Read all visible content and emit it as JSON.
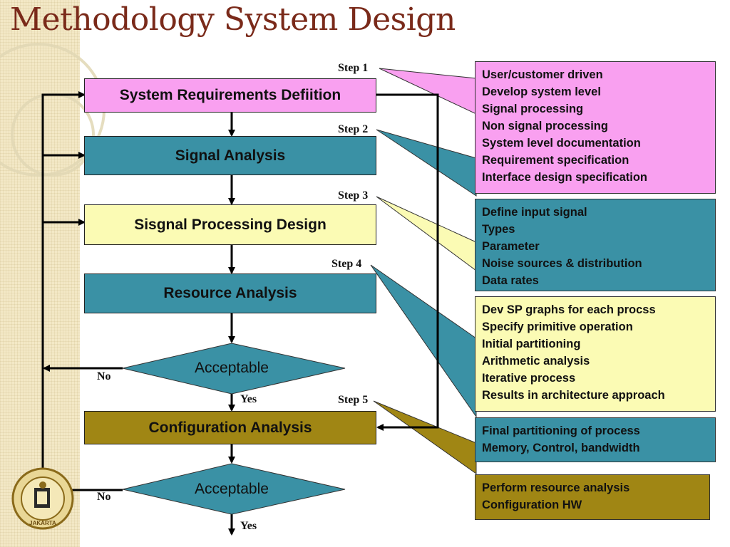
{
  "title": "Methodology System Design",
  "steps": {
    "step1": "Step 1",
    "step2": "Step 2",
    "step3": "Step 3",
    "step4": "Step 4",
    "step5": "Step 5"
  },
  "boxes": {
    "requirements": "System Requirements Defiition",
    "signal_analysis": "Signal Analysis",
    "processing_design": "Sisgnal Processing Design",
    "resource_analysis": "Resource Analysis",
    "configuration_analysis": "Configuration Analysis"
  },
  "decisions": {
    "first": "Acceptable",
    "second": "Acceptable"
  },
  "branch_labels": {
    "no1": "No",
    "yes1": "Yes",
    "no2": "No",
    "yes2": "Yes"
  },
  "callouts": {
    "step1": [
      "User/customer driven",
      "Develop system level",
      "Signal processing",
      "Non signal processing",
      "System level documentation",
      "Requirement specification",
      "Interface design specification"
    ],
    "step2": [
      "Define input signal",
      "Types",
      "Parameter",
      "Noise sources & distribution",
      "Data rates"
    ],
    "step3": [
      "Dev SP graphs for each procss",
      "Specify primitive operation",
      "Initial partitioning",
      "Arithmetic analysis",
      "Iterative process",
      "Results in architecture approach"
    ],
    "step4": [
      "Final partitioning of process",
      "Memory, Control, bandwidth"
    ],
    "step5": [
      "Perform resource analysis",
      "Configuration HW"
    ]
  },
  "colors": {
    "pink": "#f9a0f0",
    "teal": "#3a91a5",
    "yellow": "#fbfbb4",
    "olive": "#a08614",
    "title": "#7a2a1a"
  },
  "logo_text": "JAKARTA"
}
